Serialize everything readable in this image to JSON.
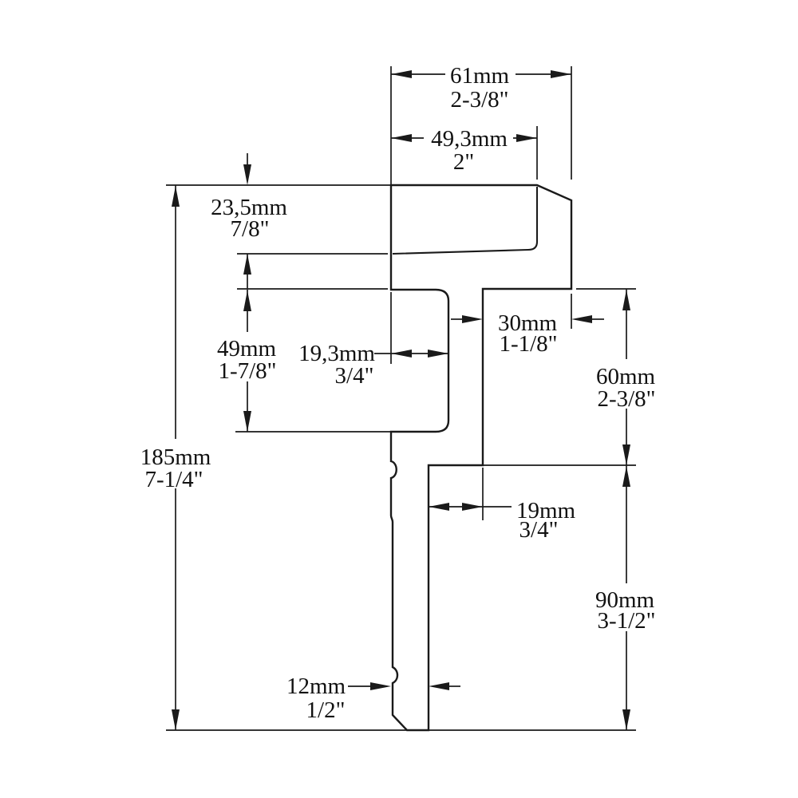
{
  "drawing": {
    "title": "moulding profile cross-section with dimensions",
    "background": "#ffffff",
    "line_color": "#1a1a1a",
    "dims": {
      "top_width": {
        "mm": "61mm",
        "inch": "2-3/8\""
      },
      "top_inner_width": {
        "mm": "49,3mm",
        "inch": "2\""
      },
      "top_thickness": {
        "mm": "23,5mm",
        "inch": "7/8\""
      },
      "boss_height": {
        "mm": "49mm",
        "inch": "1-7/8\""
      },
      "boss_width": {
        "mm": "19,3mm",
        "inch": "3/4\""
      },
      "step_width": {
        "mm": "30mm",
        "inch": "1-1/8\""
      },
      "step_height": {
        "mm": "60mm",
        "inch": "2-3/8\""
      },
      "total_height": {
        "mm": "185mm",
        "inch": "7-1/4\""
      },
      "web_offset": {
        "mm": "19mm",
        "inch": "3/4\""
      },
      "bottom_height": {
        "mm": "90mm",
        "inch": "3-1/2\""
      },
      "web_thickness": {
        "mm": "12mm",
        "inch": "1/2\""
      }
    }
  }
}
